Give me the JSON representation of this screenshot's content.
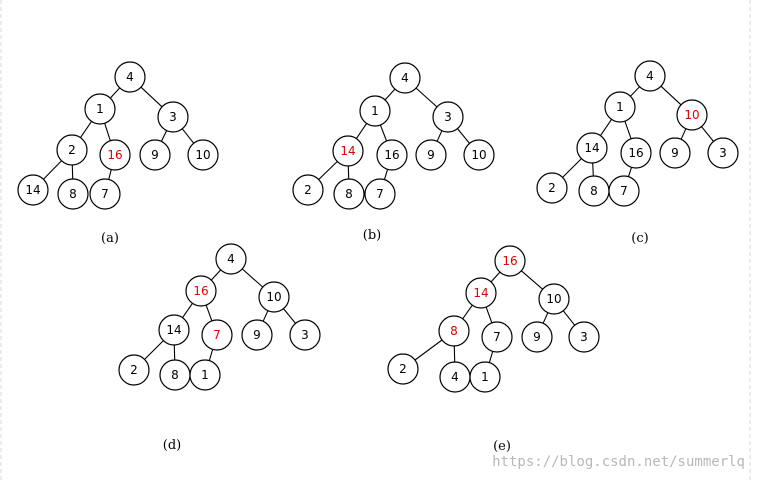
{
  "highlight_color": "#e60000",
  "watermark": "https://blog.csdn.net/summerlq",
  "trees": [
    {
      "caption": "(a)",
      "nodes": [
        {
          "id": "a0",
          "label": "4"
        },
        {
          "id": "a1",
          "label": "1"
        },
        {
          "id": "a2",
          "label": "3"
        },
        {
          "id": "a3",
          "label": "2"
        },
        {
          "id": "a4",
          "label": "16",
          "highlight": true
        },
        {
          "id": "a5",
          "label": "9"
        },
        {
          "id": "a6",
          "label": "10"
        },
        {
          "id": "a7",
          "label": "14"
        },
        {
          "id": "a8",
          "label": "8"
        },
        {
          "id": "a9",
          "label": "7"
        }
      ],
      "edges": [
        [
          "a0",
          "a1"
        ],
        [
          "a0",
          "a2"
        ],
        [
          "a1",
          "a3"
        ],
        [
          "a1",
          "a4"
        ],
        [
          "a2",
          "a5"
        ],
        [
          "a2",
          "a6"
        ],
        [
          "a3",
          "a7"
        ],
        [
          "a3",
          "a8"
        ],
        [
          "a4",
          "a9"
        ]
      ]
    },
    {
      "caption": "(b)",
      "nodes": [
        {
          "id": "b0",
          "label": "4"
        },
        {
          "id": "b1",
          "label": "1"
        },
        {
          "id": "b2",
          "label": "3"
        },
        {
          "id": "b3",
          "label": "14",
          "highlight": true
        },
        {
          "id": "b4",
          "label": "16"
        },
        {
          "id": "b5",
          "label": "9"
        },
        {
          "id": "b6",
          "label": "10"
        },
        {
          "id": "b7",
          "label": "2"
        },
        {
          "id": "b8",
          "label": "8"
        },
        {
          "id": "b9",
          "label": "7"
        }
      ],
      "edges": [
        [
          "b0",
          "b1"
        ],
        [
          "b0",
          "b2"
        ],
        [
          "b1",
          "b3"
        ],
        [
          "b1",
          "b4"
        ],
        [
          "b2",
          "b5"
        ],
        [
          "b2",
          "b6"
        ],
        [
          "b3",
          "b7"
        ],
        [
          "b3",
          "b8"
        ],
        [
          "b4",
          "b9"
        ]
      ]
    },
    {
      "caption": "(c)",
      "nodes": [
        {
          "id": "c0",
          "label": "4"
        },
        {
          "id": "c1",
          "label": "1"
        },
        {
          "id": "c2",
          "label": "10",
          "highlight": true
        },
        {
          "id": "c3",
          "label": "14"
        },
        {
          "id": "c4",
          "label": "16"
        },
        {
          "id": "c5",
          "label": "9"
        },
        {
          "id": "c6",
          "label": "3"
        },
        {
          "id": "c7",
          "label": "2"
        },
        {
          "id": "c8",
          "label": "8"
        },
        {
          "id": "c9",
          "label": "7"
        }
      ],
      "edges": [
        [
          "c0",
          "c1"
        ],
        [
          "c0",
          "c2"
        ],
        [
          "c1",
          "c3"
        ],
        [
          "c1",
          "c4"
        ],
        [
          "c2",
          "c5"
        ],
        [
          "c2",
          "c6"
        ],
        [
          "c3",
          "c7"
        ],
        [
          "c3",
          "c8"
        ],
        [
          "c4",
          "c9"
        ]
      ]
    },
    {
      "caption": "(d)",
      "nodes": [
        {
          "id": "d0",
          "label": "4"
        },
        {
          "id": "d1",
          "label": "16",
          "highlight": true
        },
        {
          "id": "d2",
          "label": "10"
        },
        {
          "id": "d3",
          "label": "14"
        },
        {
          "id": "d4",
          "label": "7",
          "highlight": true
        },
        {
          "id": "d5",
          "label": "9"
        },
        {
          "id": "d6",
          "label": "3"
        },
        {
          "id": "d7",
          "label": "2"
        },
        {
          "id": "d8",
          "label": "8"
        },
        {
          "id": "d9",
          "label": "1"
        }
      ],
      "edges": [
        [
          "d0",
          "d1"
        ],
        [
          "d0",
          "d2"
        ],
        [
          "d1",
          "d3"
        ],
        [
          "d1",
          "d4"
        ],
        [
          "d2",
          "d5"
        ],
        [
          "d2",
          "d6"
        ],
        [
          "d3",
          "d7"
        ],
        [
          "d3",
          "d8"
        ],
        [
          "d4",
          "d9"
        ]
      ]
    },
    {
      "caption": "(e)",
      "nodes": [
        {
          "id": "e0",
          "label": "16",
          "highlight": true
        },
        {
          "id": "e1",
          "label": "14",
          "highlight": true
        },
        {
          "id": "e2",
          "label": "10"
        },
        {
          "id": "e3",
          "label": "8",
          "highlight": true
        },
        {
          "id": "e4",
          "label": "7"
        },
        {
          "id": "e5",
          "label": "9"
        },
        {
          "id": "e6",
          "label": "3"
        },
        {
          "id": "e7",
          "label": "2"
        },
        {
          "id": "e8",
          "label": "4"
        },
        {
          "id": "e9",
          "label": "1"
        }
      ],
      "edges": [
        [
          "e0",
          "e1"
        ],
        [
          "e0",
          "e2"
        ],
        [
          "e1",
          "e3"
        ],
        [
          "e1",
          "e4"
        ],
        [
          "e2",
          "e5"
        ],
        [
          "e2",
          "e6"
        ],
        [
          "e3",
          "e7"
        ],
        [
          "e3",
          "e8"
        ],
        [
          "e4",
          "e9"
        ]
      ]
    }
  ]
}
